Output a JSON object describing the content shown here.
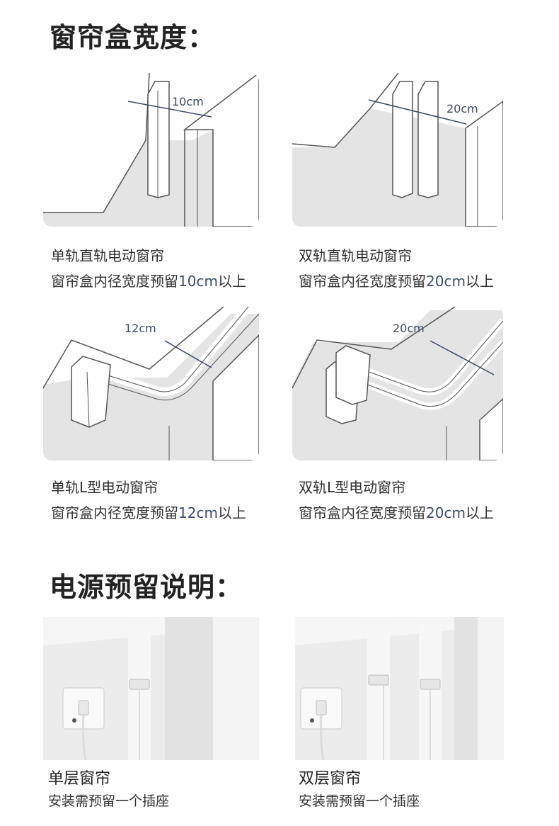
{
  "section1": {
    "title": "窗帘盒宽度："
  },
  "rail_cards": [
    {
      "dimension": "10cm",
      "title": "单轨直轨电动窗帘",
      "desc_prefix": "窗帘盒内径宽度预留",
      "desc_value": "10cm",
      "desc_suffix": "以上"
    },
    {
      "dimension": "20cm",
      "title": "双轨直轨电动窗帘",
      "desc_prefix": "窗帘盒内径宽度预留",
      "desc_value": "20cm",
      "desc_suffix": "以上"
    },
    {
      "dimension": "12cm",
      "title": "单轨L型电动窗帘",
      "desc_prefix": "窗帘盒内径宽度预留",
      "desc_value": "12cm",
      "desc_suffix": "以上"
    },
    {
      "dimension": "20cm",
      "title": "双轨L型电动窗帘",
      "desc_prefix": "窗帘盒内径宽度预留",
      "desc_value": "20cm",
      "desc_suffix": "以上"
    }
  ],
  "section2": {
    "title": "电源预留说明："
  },
  "power_cards": [
    {
      "title": "单层窗帘",
      "desc": "安装需预留一个插座"
    },
    {
      "title": "双层窗帘",
      "desc": "安装需预留一个插座"
    }
  ],
  "colors": {
    "card_bg": "#e4e4e4",
    "line": "#555555",
    "dimension": "#3a4a66"
  }
}
